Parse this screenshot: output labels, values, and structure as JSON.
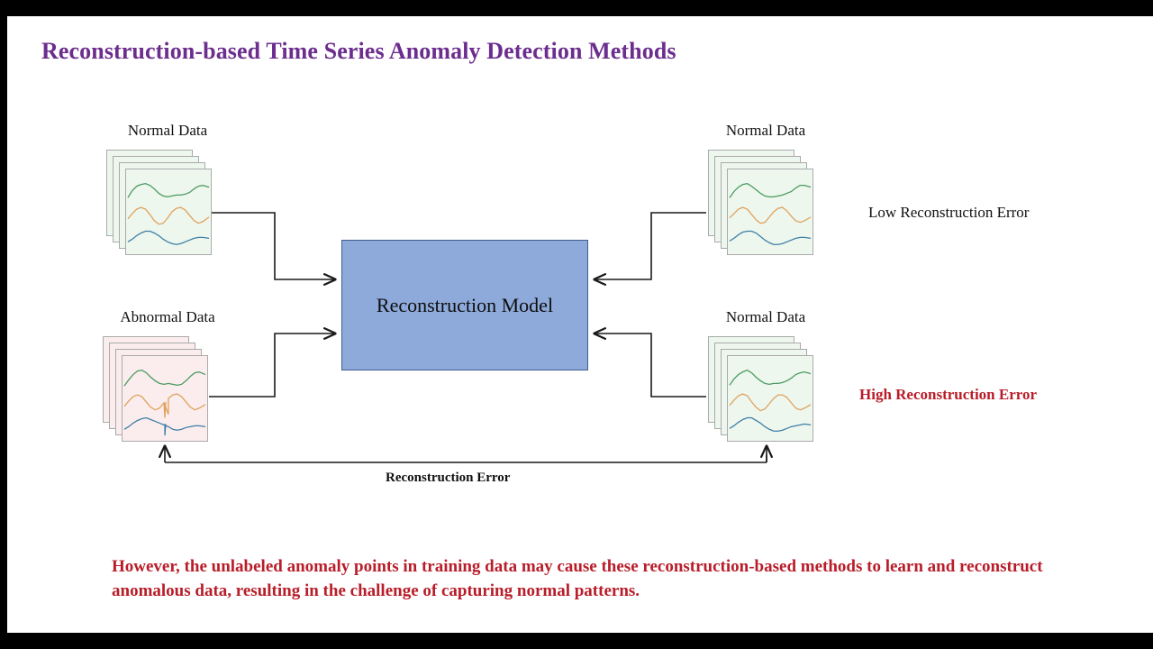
{
  "slide": {
    "title": "Reconstruction-based Time Series Anomaly Detection Methods",
    "title_color": "#6B2D8E",
    "background": "#FFFFFF"
  },
  "diagram": {
    "model_box": {
      "label": "Reconstruction Model",
      "fill": "#8EAADB",
      "border": "#3F5D91"
    },
    "inputs": [
      {
        "id": "input-normal",
        "label": "Normal Data",
        "kind": "normal",
        "card_fill": "#EDF7EE",
        "cards": 4
      },
      {
        "id": "input-abnormal",
        "label": "Abnormal Data",
        "kind": "abnormal",
        "card_fill": "#FBEDEE",
        "cards": 4
      }
    ],
    "outputs": [
      {
        "id": "output-top",
        "label": "Normal Data",
        "kind": "normal",
        "card_fill": "#EDF7EE",
        "cards": 4
      },
      {
        "id": "output-bottom",
        "label": "Normal Data",
        "kind": "normal",
        "card_fill": "#EDF7EE",
        "cards": 4
      }
    ],
    "annotations": [
      {
        "id": "low-error",
        "text": "Low Reconstruction Error",
        "color": "#111111",
        "bold": false
      },
      {
        "id": "high-error",
        "text": "High Reconstruction Error",
        "color": "#B81D29",
        "bold": true
      }
    ],
    "feedback": {
      "label": "Reconstruction Error",
      "color": "#111111"
    },
    "series_colors": {
      "green": "#4A9A5E",
      "orange": "#E0A15C",
      "blue": "#3E7FA6"
    }
  },
  "caption": {
    "text": "However, the unlabeled anomaly points in training data may cause these reconstruction-based methods to learn and reconstruct anomalous data, resulting in the challenge of capturing normal patterns.",
    "color": "#B81D29"
  }
}
